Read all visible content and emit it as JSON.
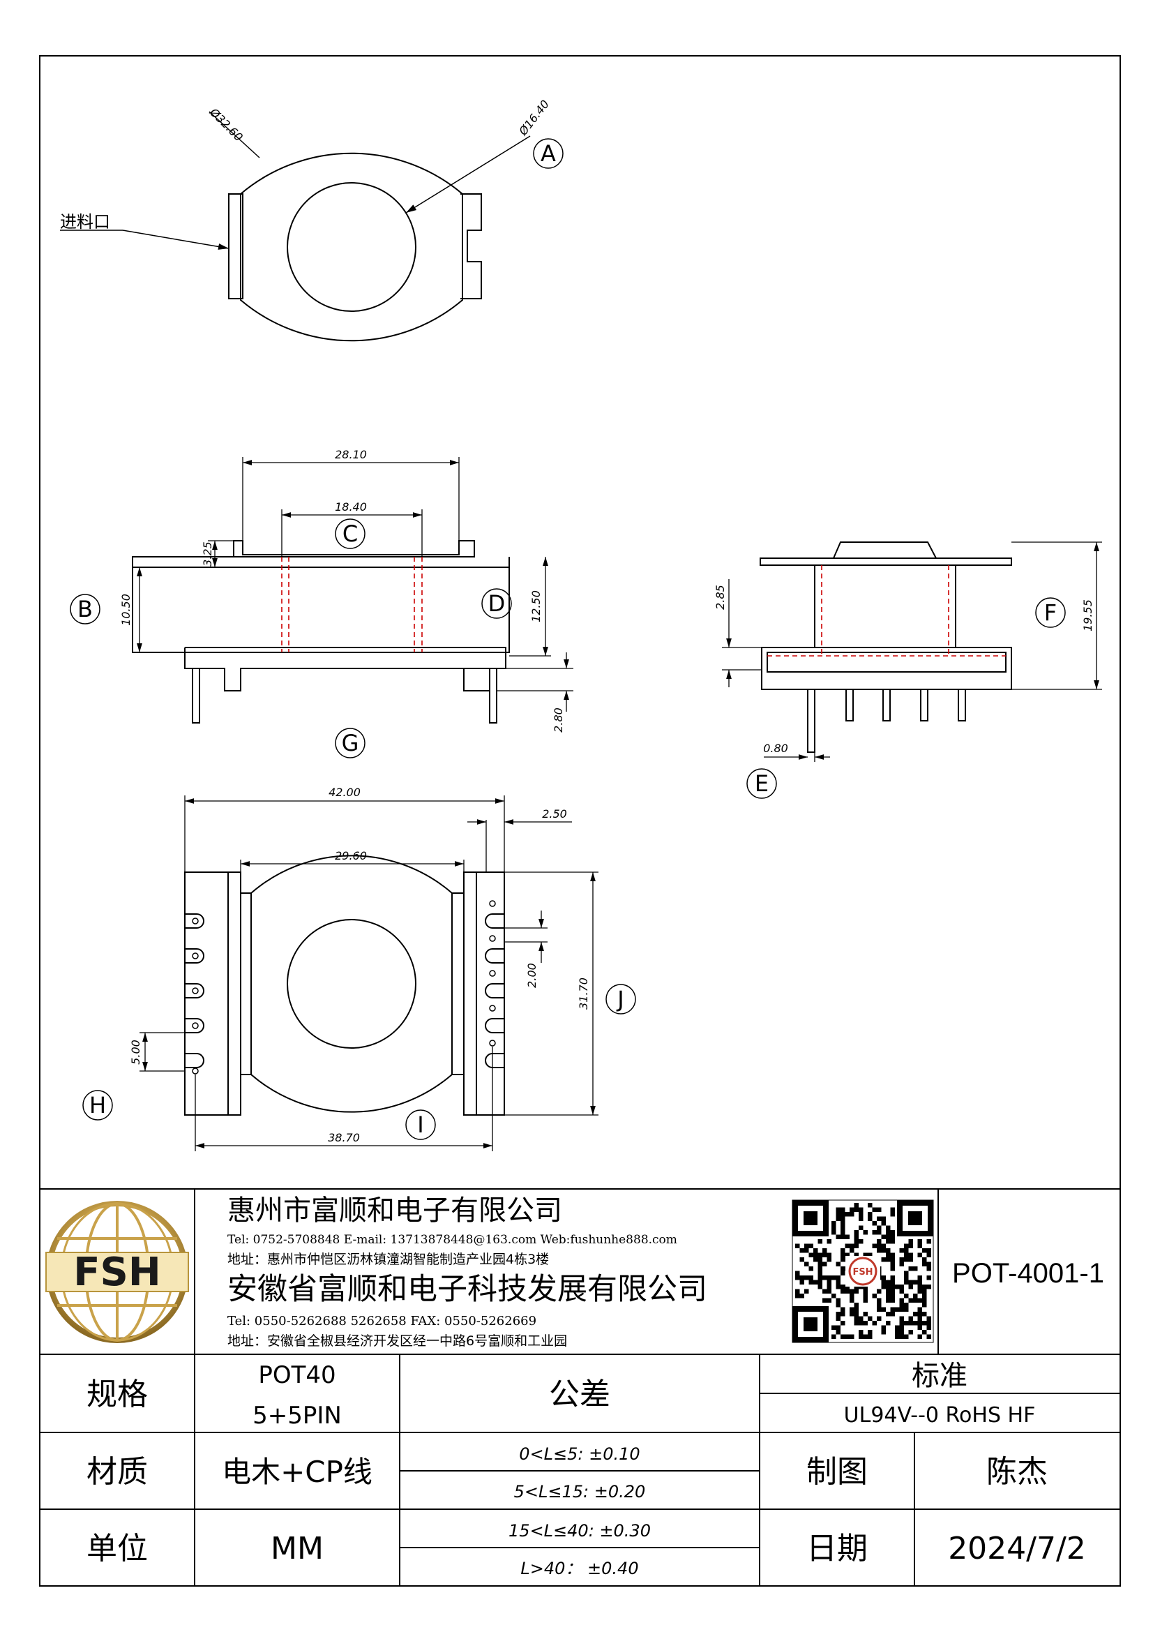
{
  "views": {
    "top": {
      "dim_outer": "Ø32.60",
      "dim_inner": "Ø16.40",
      "label": "A",
      "feed_label": "进料口"
    },
    "front": {
      "dim_top_width": "28.10",
      "dim_core_width": "18.40",
      "dim_flange": "3.25",
      "dim_body": "10.50",
      "dim_total": "12.50",
      "dim_pin": "2.80",
      "labels": [
        "B",
        "C",
        "D",
        "G"
      ]
    },
    "side": {
      "dim_height": "19.55",
      "dim_step": "2.85",
      "dim_pin_width": "0.80",
      "labels": [
        "E",
        "F"
      ]
    },
    "bottom": {
      "dim_width": "42.00",
      "dim_inner": "29.60",
      "dim_pin_row": "38.70",
      "dim_slot": "2.50",
      "dim_depth": "31.70",
      "dim_gap": "2.00",
      "dim_pitch": "5.00",
      "labels": [
        "H",
        "I",
        "J"
      ]
    }
  },
  "title_block": {
    "logo_text": "FSH",
    "company1": "惠州市富顺和电子有限公司",
    "company1_contact": "Tel: 0752-5708848  E-mail: 13713878448@163.com  Web:fushunhe888.com",
    "company1_address": "地址：惠州市仲恺区沥林镇潼湖智能制造产业园4栋3楼",
    "company2": "安徽省富顺和电子科技发展有限公司",
    "company2_contact": "Tel:  0550-5262688  5262658      FAX: 0550-5262669",
    "company2_address": "地址：安徽省全椒县经济开发区经一中路6号富顺和工业园",
    "part_number": "POT-4001-1",
    "qr_label": "FSH"
  },
  "spec_table": {
    "spec_label": "规格",
    "spec_value_1": "POT40",
    "spec_value_2": "5+5PIN",
    "tolerance_label": "公差",
    "standard_label": "标准",
    "standard_value": "UL94V--0  RoHS HF",
    "material_label": "材质",
    "material_value": "电木+CP线",
    "tol_1": "0<L≤5: ±0.10",
    "tol_2": "5<L≤15: ±0.20",
    "tol_3": "15<L≤40: ±0.30",
    "tol_4": "L>40：  ±0.40",
    "drawn_label": "制图",
    "drawn_value": "陈杰",
    "unit_label": "单位",
    "unit_value": "MM",
    "date_label": "日期",
    "date_value": "2024/7/2"
  },
  "colors": {
    "line": "#000000",
    "hidden_core": "#cc0000",
    "logo_gold": "#b8953c"
  }
}
